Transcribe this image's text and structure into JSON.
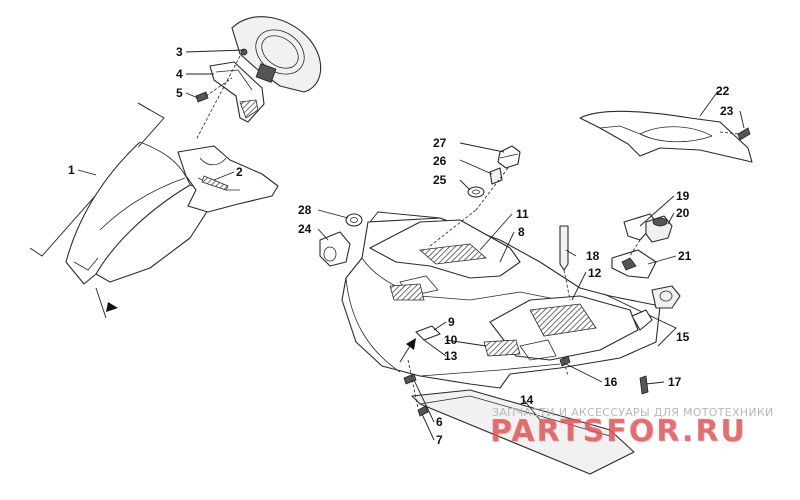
{
  "diagram": {
    "callouts": [
      {
        "id": "1",
        "label": "1"
      },
      {
        "id": "2",
        "label": "2"
      },
      {
        "id": "3",
        "label": "3"
      },
      {
        "id": "4",
        "label": "4"
      },
      {
        "id": "5",
        "label": "5"
      },
      {
        "id": "6",
        "label": "6"
      },
      {
        "id": "7",
        "label": "7"
      },
      {
        "id": "8",
        "label": "8"
      },
      {
        "id": "9",
        "label": "9"
      },
      {
        "id": "10",
        "label": "10"
      },
      {
        "id": "11",
        "label": "11"
      },
      {
        "id": "12",
        "label": "12"
      },
      {
        "id": "13",
        "label": "13"
      },
      {
        "id": "14",
        "label": "14"
      },
      {
        "id": "15",
        "label": "15"
      },
      {
        "id": "16",
        "label": "16"
      },
      {
        "id": "17",
        "label": "17"
      },
      {
        "id": "18",
        "label": "18"
      },
      {
        "id": "19",
        "label": "19"
      },
      {
        "id": "20",
        "label": "20"
      },
      {
        "id": "21",
        "label": "21"
      },
      {
        "id": "22",
        "label": "22"
      },
      {
        "id": "23",
        "label": "23"
      },
      {
        "id": "24",
        "label": "24"
      },
      {
        "id": "25",
        "label": "25"
      },
      {
        "id": "26",
        "label": "26"
      },
      {
        "id": "27",
        "label": "27"
      },
      {
        "id": "28",
        "label": "28"
      }
    ]
  },
  "watermark": {
    "subtitle": "ЗАПЧАСТИ И АКСЕССУАРЫ ДЛЯ МОТОТЕХНИКИ",
    "brand": "PARTSFOR.RU"
  },
  "colors": {
    "line": "#2a2a2a",
    "watermark_red": "#e84444",
    "watermark_grey": "#b8b8b8"
  }
}
